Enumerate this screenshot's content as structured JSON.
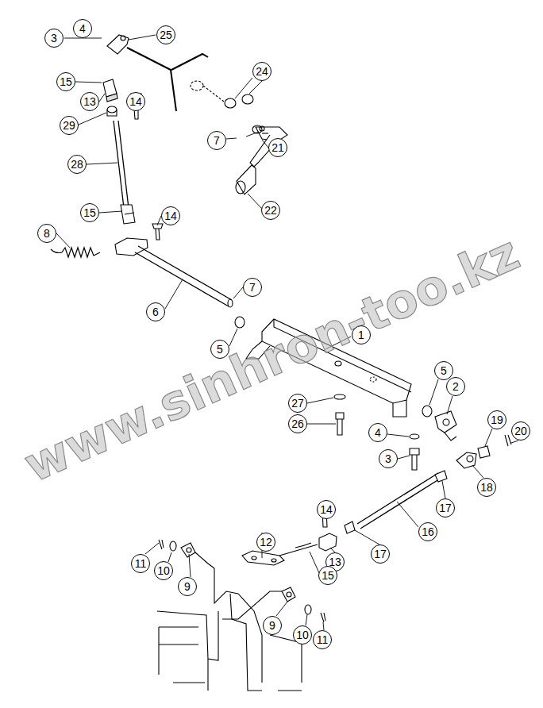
{
  "diagram": {
    "nodes": [
      {
        "text": [
          "3"
        ]
      },
      {
        "text": [
          "4"
        ]
      },
      {
        "text": [
          "25"
        ]
      },
      {
        "text": [
          "24"
        ]
      },
      {
        "text": [
          "15"
        ]
      },
      {
        "text": [
          "13"
        ]
      },
      {
        "text": [
          "14"
        ]
      },
      {
        "text": [
          "29"
        ]
      },
      {
        "text": [
          "7"
        ]
      },
      {
        "text": [
          "21"
        ]
      },
      {
        "text": [
          "28"
        ]
      },
      {
        "text": [
          "22"
        ]
      },
      {
        "text": [
          "15"
        ]
      },
      {
        "text": [
          "14"
        ]
      },
      {
        "text": [
          "8"
        ]
      },
      {
        "text": [
          "7"
        ]
      },
      {
        "text": [
          "6"
        ]
      },
      {
        "text": [
          "1"
        ]
      },
      {
        "text": [
          "5"
        ]
      },
      {
        "text": [
          "5"
        ]
      },
      {
        "text": [
          "2"
        ]
      },
      {
        "text": [
          "27"
        ]
      },
      {
        "text": [
          "26"
        ]
      },
      {
        "text": [
          "4"
        ]
      },
      {
        "text": [
          "19"
        ]
      },
      {
        "text": [
          "20"
        ]
      },
      {
        "text": [
          "3"
        ]
      },
      {
        "text": [
          "18"
        ]
      },
      {
        "text": [
          "17"
        ]
      },
      {
        "text": [
          "16"
        ]
      },
      {
        "text": [
          "14"
        ]
      },
      {
        "text": [
          "12"
        ]
      },
      {
        "text": [
          "17"
        ]
      },
      {
        "text": [
          "13"
        ]
      },
      {
        "text": [
          "15"
        ]
      },
      {
        "text": [
          "11"
        ]
      },
      {
        "text": [
          "10"
        ]
      },
      {
        "text": [
          "9"
        ]
      },
      {
        "text": [
          "9"
        ]
      },
      {
        "text": [
          "10"
        ]
      },
      {
        "text": [
          "11"
        ]
      }
    ],
    "labels": [
      "www.sinhron-too.kz"
    ]
  }
}
